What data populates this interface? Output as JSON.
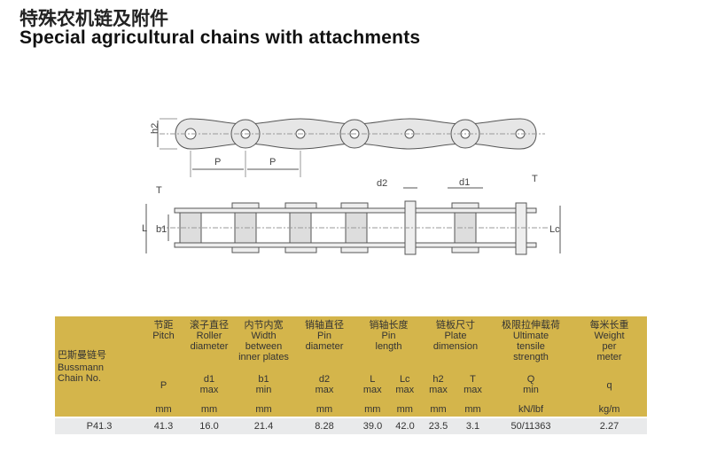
{
  "title_cn": "特殊农机链及附件",
  "title_en": "Special agricultural chains with attachments",
  "diagram_labels": {
    "h2": "h2",
    "p1": "P",
    "p2": "P",
    "T_left": "T",
    "L": "L",
    "b1": "b1",
    "d2": "d2",
    "d1": "d1",
    "T_right": "T",
    "Lc": "Lc"
  },
  "table": {
    "chain_no": {
      "cn": "巴斯曼链号",
      "en1": "Bussmann",
      "en2": "Chain No."
    },
    "columns": [
      {
        "cn": "节距",
        "en": [
          "Pitch"
        ],
        "sym": [
          "P"
        ],
        "unit": "mm"
      },
      {
        "cn": "滚子直径",
        "en": [
          "Roller",
          "diameter"
        ],
        "sym": [
          "d1",
          "max"
        ],
        "unit": "mm"
      },
      {
        "cn": "内节内宽",
        "en": [
          "Width",
          "between",
          "inner plates"
        ],
        "sym": [
          "b1",
          "min"
        ],
        "unit": "mm"
      },
      {
        "cn": "销轴直径",
        "en": [
          "Pin",
          "diameter"
        ],
        "sym": [
          "d2",
          "max"
        ],
        "unit": "mm"
      },
      {
        "cn": "销轴长度",
        "en": [
          "Pin",
          "length"
        ],
        "sub": [
          {
            "sym": [
              "L",
              "max"
            ],
            "unit": "mm"
          },
          {
            "sym": [
              "Lc",
              "max"
            ],
            "unit": "mm"
          }
        ]
      },
      {
        "cn": "链板尺寸",
        "en": [
          "Plate",
          "dimension"
        ],
        "sub": [
          {
            "sym": [
              "h2",
              "max"
            ],
            "unit": "mm"
          },
          {
            "sym": [
              "T",
              "max"
            ],
            "unit": "mm"
          }
        ]
      },
      {
        "cn": "极限拉伸载荷",
        "en": [
          "Ultimate",
          "tensile",
          "strength"
        ],
        "sym": [
          "Q",
          "min"
        ],
        "unit": "kN/lbf"
      },
      {
        "cn": "每米长重",
        "en": [
          "Weight",
          "per",
          "meter"
        ],
        "sym": [
          "q"
        ],
        "unit": "kg/m"
      }
    ],
    "rows": [
      [
        "P41.3",
        "41.3",
        "16.0",
        "21.4",
        "8.28",
        "39.0",
        "42.0",
        "23.5",
        "3.1",
        "50/11363",
        "2.27"
      ]
    ]
  }
}
